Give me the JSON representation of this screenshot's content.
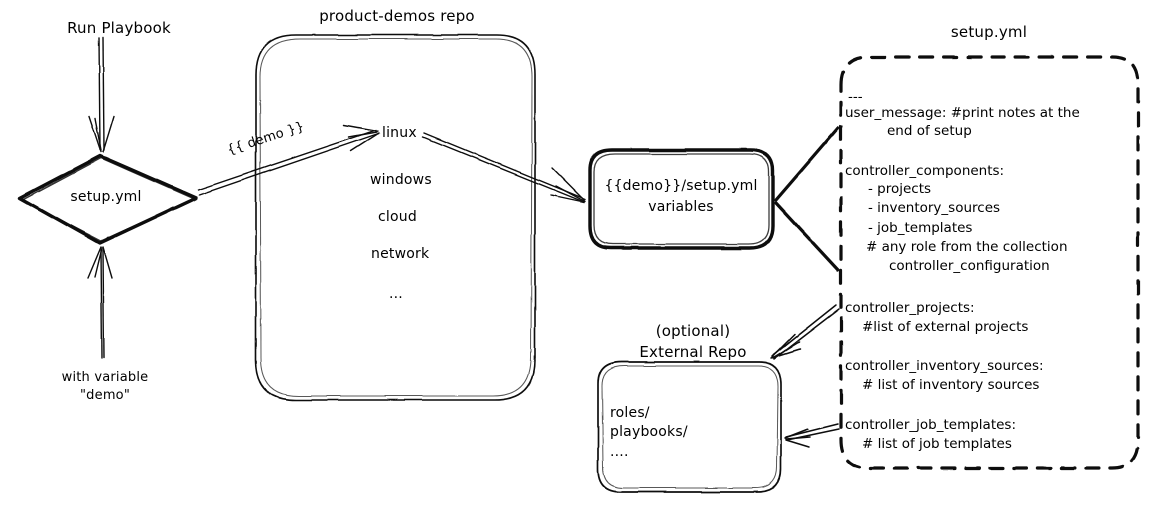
{
  "diagram": {
    "title_product_repo": "product-demos repo",
    "title_setup_yml_file": "setup.yml",
    "start_label": "Run Playbook",
    "start_note_line1": "with variable",
    "start_note_line2": "\"demo\"",
    "decision_node": "setup.yml",
    "edge_demo_label": "{{ demo }}",
    "repo_items": [
      "linux",
      "windows",
      "cloud",
      "network",
      "..."
    ],
    "vars_box_line1": "{{demo}}/setup.yml",
    "vars_box_line2": "variables",
    "external_repo_title_line1": "(optional)",
    "external_repo_title_line2": "External Repo",
    "external_repo_items": [
      "roles/",
      "playbooks/",
      "...."
    ],
    "setup_yml_content": {
      "doc_start": "---",
      "user_message_line1": "user_message: #print notes at the",
      "user_message_line2": "end of setup",
      "controller_components_key": "controller_components:",
      "controller_components_items": [
        "- projects",
        "- inventory_sources",
        "- job_templates"
      ],
      "controller_components_comment_line1": "# any role from the collection",
      "controller_components_comment_line2": "controller_configuration",
      "controller_projects_key": "controller_projects:",
      "controller_projects_comment": "#list of external projects",
      "controller_inventory_sources_key": "controller_inventory_sources:",
      "controller_inventory_sources_comment": "# list of inventory sources",
      "controller_job_templates_key": "controller_job_templates:",
      "controller_job_templates_comment": "# list of job templates"
    }
  },
  "colors": {
    "ink": "#0b0b0b",
    "paper": "#ffffff"
  }
}
